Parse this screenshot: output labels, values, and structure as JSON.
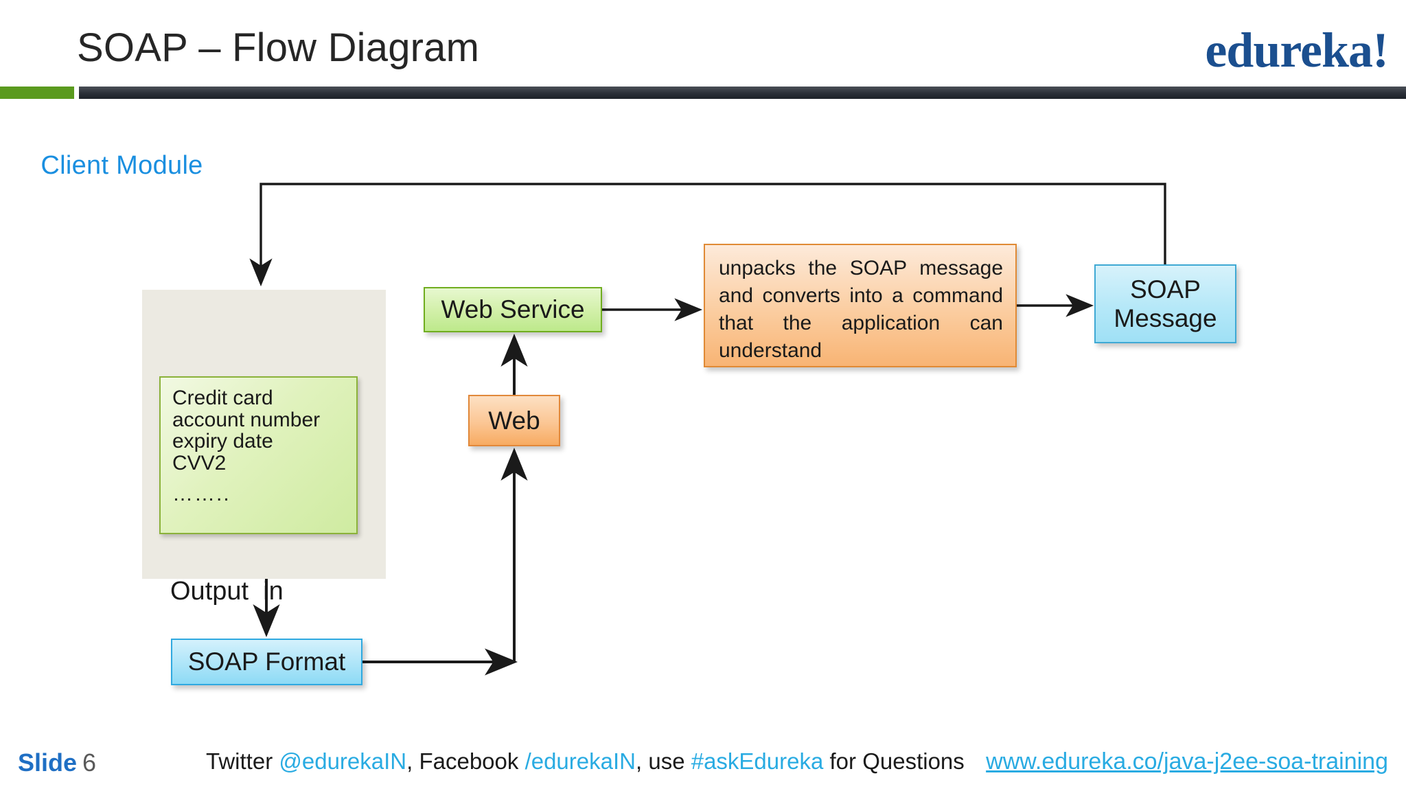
{
  "header": {
    "title": "SOAP – Flow Diagram",
    "logo": "edureka!",
    "accent_green": "#5a9a1e",
    "accent_dark": "#2b3038",
    "brand_blue": "#1b4f8f"
  },
  "diagram": {
    "client_module": {
      "title": "Client Module",
      "data_lines": [
        "Credit card",
        "account number",
        "expiry date",
        "CVV2"
      ],
      "ellipsis": "……..",
      "panel_color": "#eceae2",
      "title_color": "#1a8fe0",
      "data_box_color": "#cfeba1"
    },
    "web_service": {
      "label": "Web Service",
      "color": "#bde98b"
    },
    "web": {
      "label": "Web",
      "color": "#f7ab62"
    },
    "unpack_description": {
      "text": "unpacks the SOAP message and converts into a command that the application can understand",
      "color": "#f8b474"
    },
    "soap_message": {
      "label": "SOAP Message",
      "color": "#9fe0f5"
    },
    "soap_format": {
      "label": "SOAP Format",
      "color": "#8ddaf5"
    },
    "output_label": "Output  in"
  },
  "footer": {
    "slide_word": "Slide",
    "slide_number": "6",
    "social_prefix": "Twitter ",
    "twitter_handle": "@edurekaIN",
    "social_mid1": ", Facebook ",
    "facebook_handle": "/edurekaIN",
    "social_mid2": ", use ",
    "hashtag": "#askEdureka",
    "social_suffix": " for Questions",
    "url": "www.edureka.co/java-j2ee-soa-training",
    "link_color": "#29abe2",
    "slide_word_color": "#1f6fc4"
  }
}
